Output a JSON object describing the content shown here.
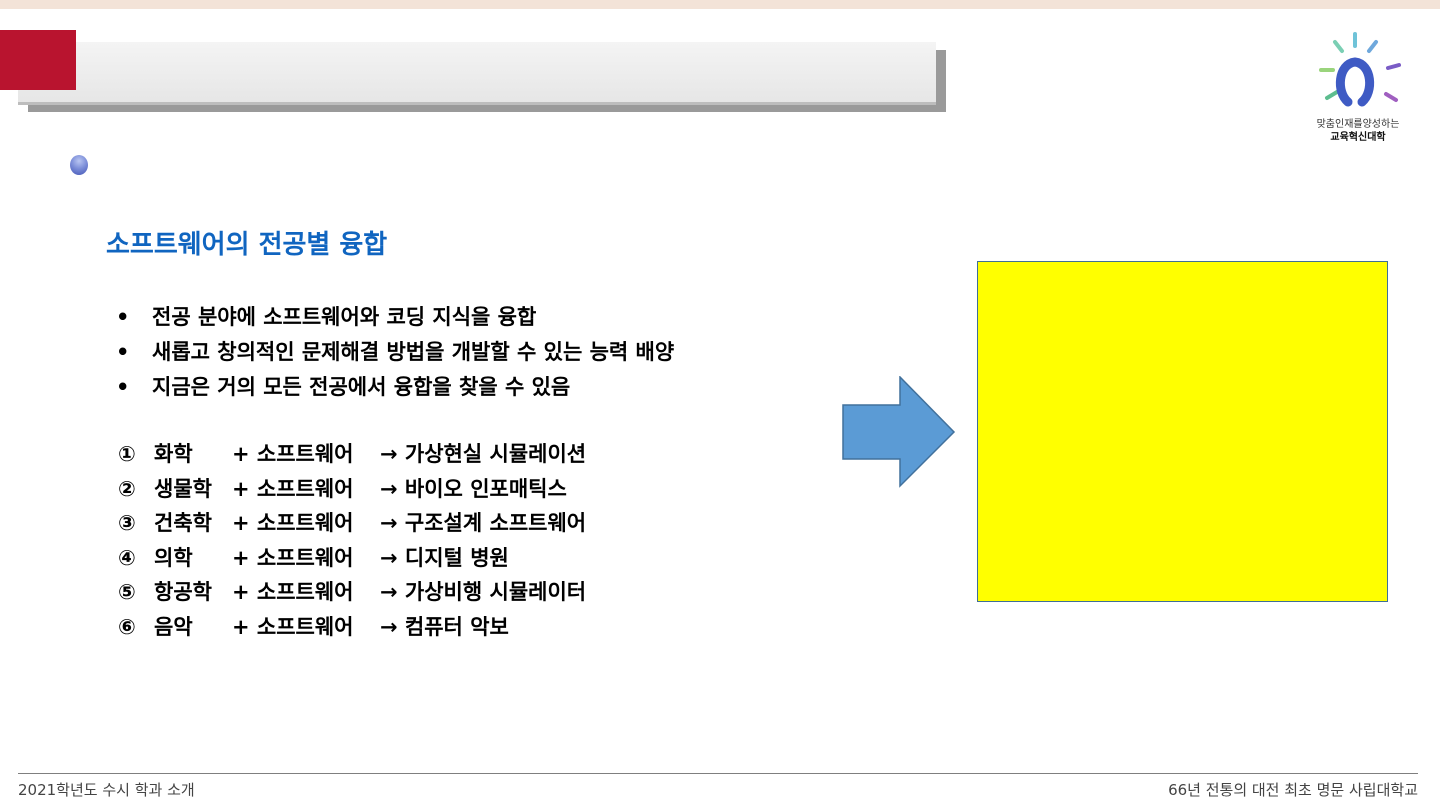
{
  "logo": {
    "caption_line1": "맞춤인재를양성하는",
    "caption_line2": "교육혁신대학"
  },
  "section": {
    "heading": "소프트웨어의 전공별 융합"
  },
  "bullets": [
    "전공 분야에 소프트웨어와 코딩 지식을 융합",
    "새롭고 창의적인 문제해결 방법을 개발할 수 있는 능력 배양",
    "지금은 거의 모든 전공에서 융합을 찾을 수 있음"
  ],
  "bullet_marker": "•",
  "fusions": [
    {
      "num": "①",
      "major": "화학",
      "plus": "+ 소프트웨어",
      "arrow": "→",
      "result": "가상현실 시뮬레이션"
    },
    {
      "num": "②",
      "major": "생물학",
      "plus": "+ 소프트웨어",
      "arrow": "→",
      "result": "바이오 인포매틱스"
    },
    {
      "num": "③",
      "major": "건축학",
      "plus": "+ 소프트웨어",
      "arrow": "→",
      "result": "구조설계 소프트웨어"
    },
    {
      "num": "④",
      "major": "의학",
      "plus": "+ 소프트웨어",
      "arrow": "→",
      "result": "디지털 병원"
    },
    {
      "num": "⑤",
      "major": "항공학",
      "plus": "+ 소프트웨어",
      "arrow": "→",
      "result": "가상비행 시뮬레이터"
    },
    {
      "num": "⑥",
      "major": "음악",
      "plus": "+ 소프트웨어",
      "arrow": "→",
      "result": "컴퓨터 악보"
    }
  ],
  "footer": {
    "left": "2021학년도 수시 학과 소개",
    "right": "66년 전통의 대전 최초 명문 사립대학교"
  },
  "colors": {
    "accent_red": "#b9142f",
    "heading_blue": "#1065c0",
    "arrow_blue": "#5b9bd5",
    "box_yellow": "#ffff00"
  }
}
